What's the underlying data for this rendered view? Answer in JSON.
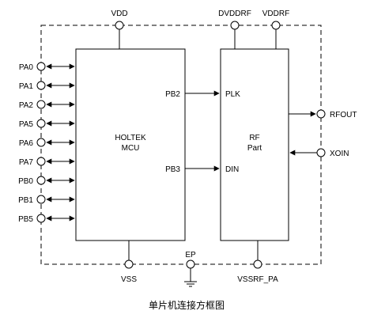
{
  "blocks": {
    "mcu": {
      "line1": "HOLTEK",
      "line2": "MCU"
    },
    "rf": {
      "line1": "RF",
      "line2": "Part"
    }
  },
  "pins": {
    "vdd": "VDD",
    "dvddrf": "DVDDRF",
    "vddrf": "VDDRF",
    "vss": "VSS",
    "ep": "EP",
    "vssrf_pa": "VSSRF_PA",
    "rfout": "RFOUT",
    "xoin": "XOIN",
    "left_ports": [
      "PA0",
      "PA1",
      "PA2",
      "PA5",
      "PA6",
      "PA7",
      "PB0",
      "PB1",
      "PB5"
    ]
  },
  "signals": {
    "mcu_out_1": "PB2",
    "mcu_out_2": "PB3",
    "rf_in_1": "PLK",
    "rf_in_2": "DIN"
  },
  "caption": "单片机连接方框图"
}
